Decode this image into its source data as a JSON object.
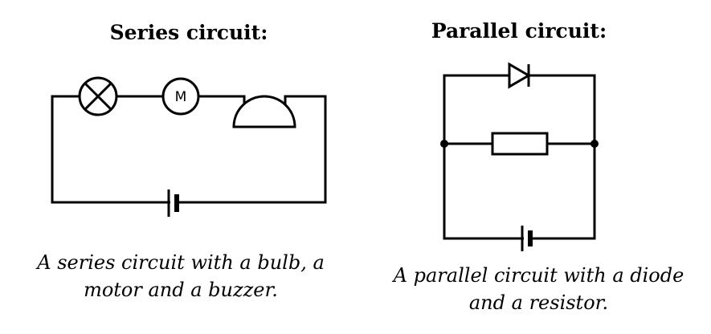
{
  "series": {
    "title": "Series circuit:",
    "caption_line1": "A series circuit with a bulb, a",
    "caption_line2": "motor and a buzzer.",
    "components": [
      "lamp-icon",
      "motor-icon",
      "buzzer-icon",
      "cell-icon"
    ],
    "motor_label": "M"
  },
  "parallel": {
    "title": "Parallel circuit:",
    "caption_line1": "A parallel circuit with a diode",
    "caption_line2": "and a resistor.",
    "components": [
      "diode-icon",
      "resistor-icon",
      "cell-icon"
    ]
  }
}
